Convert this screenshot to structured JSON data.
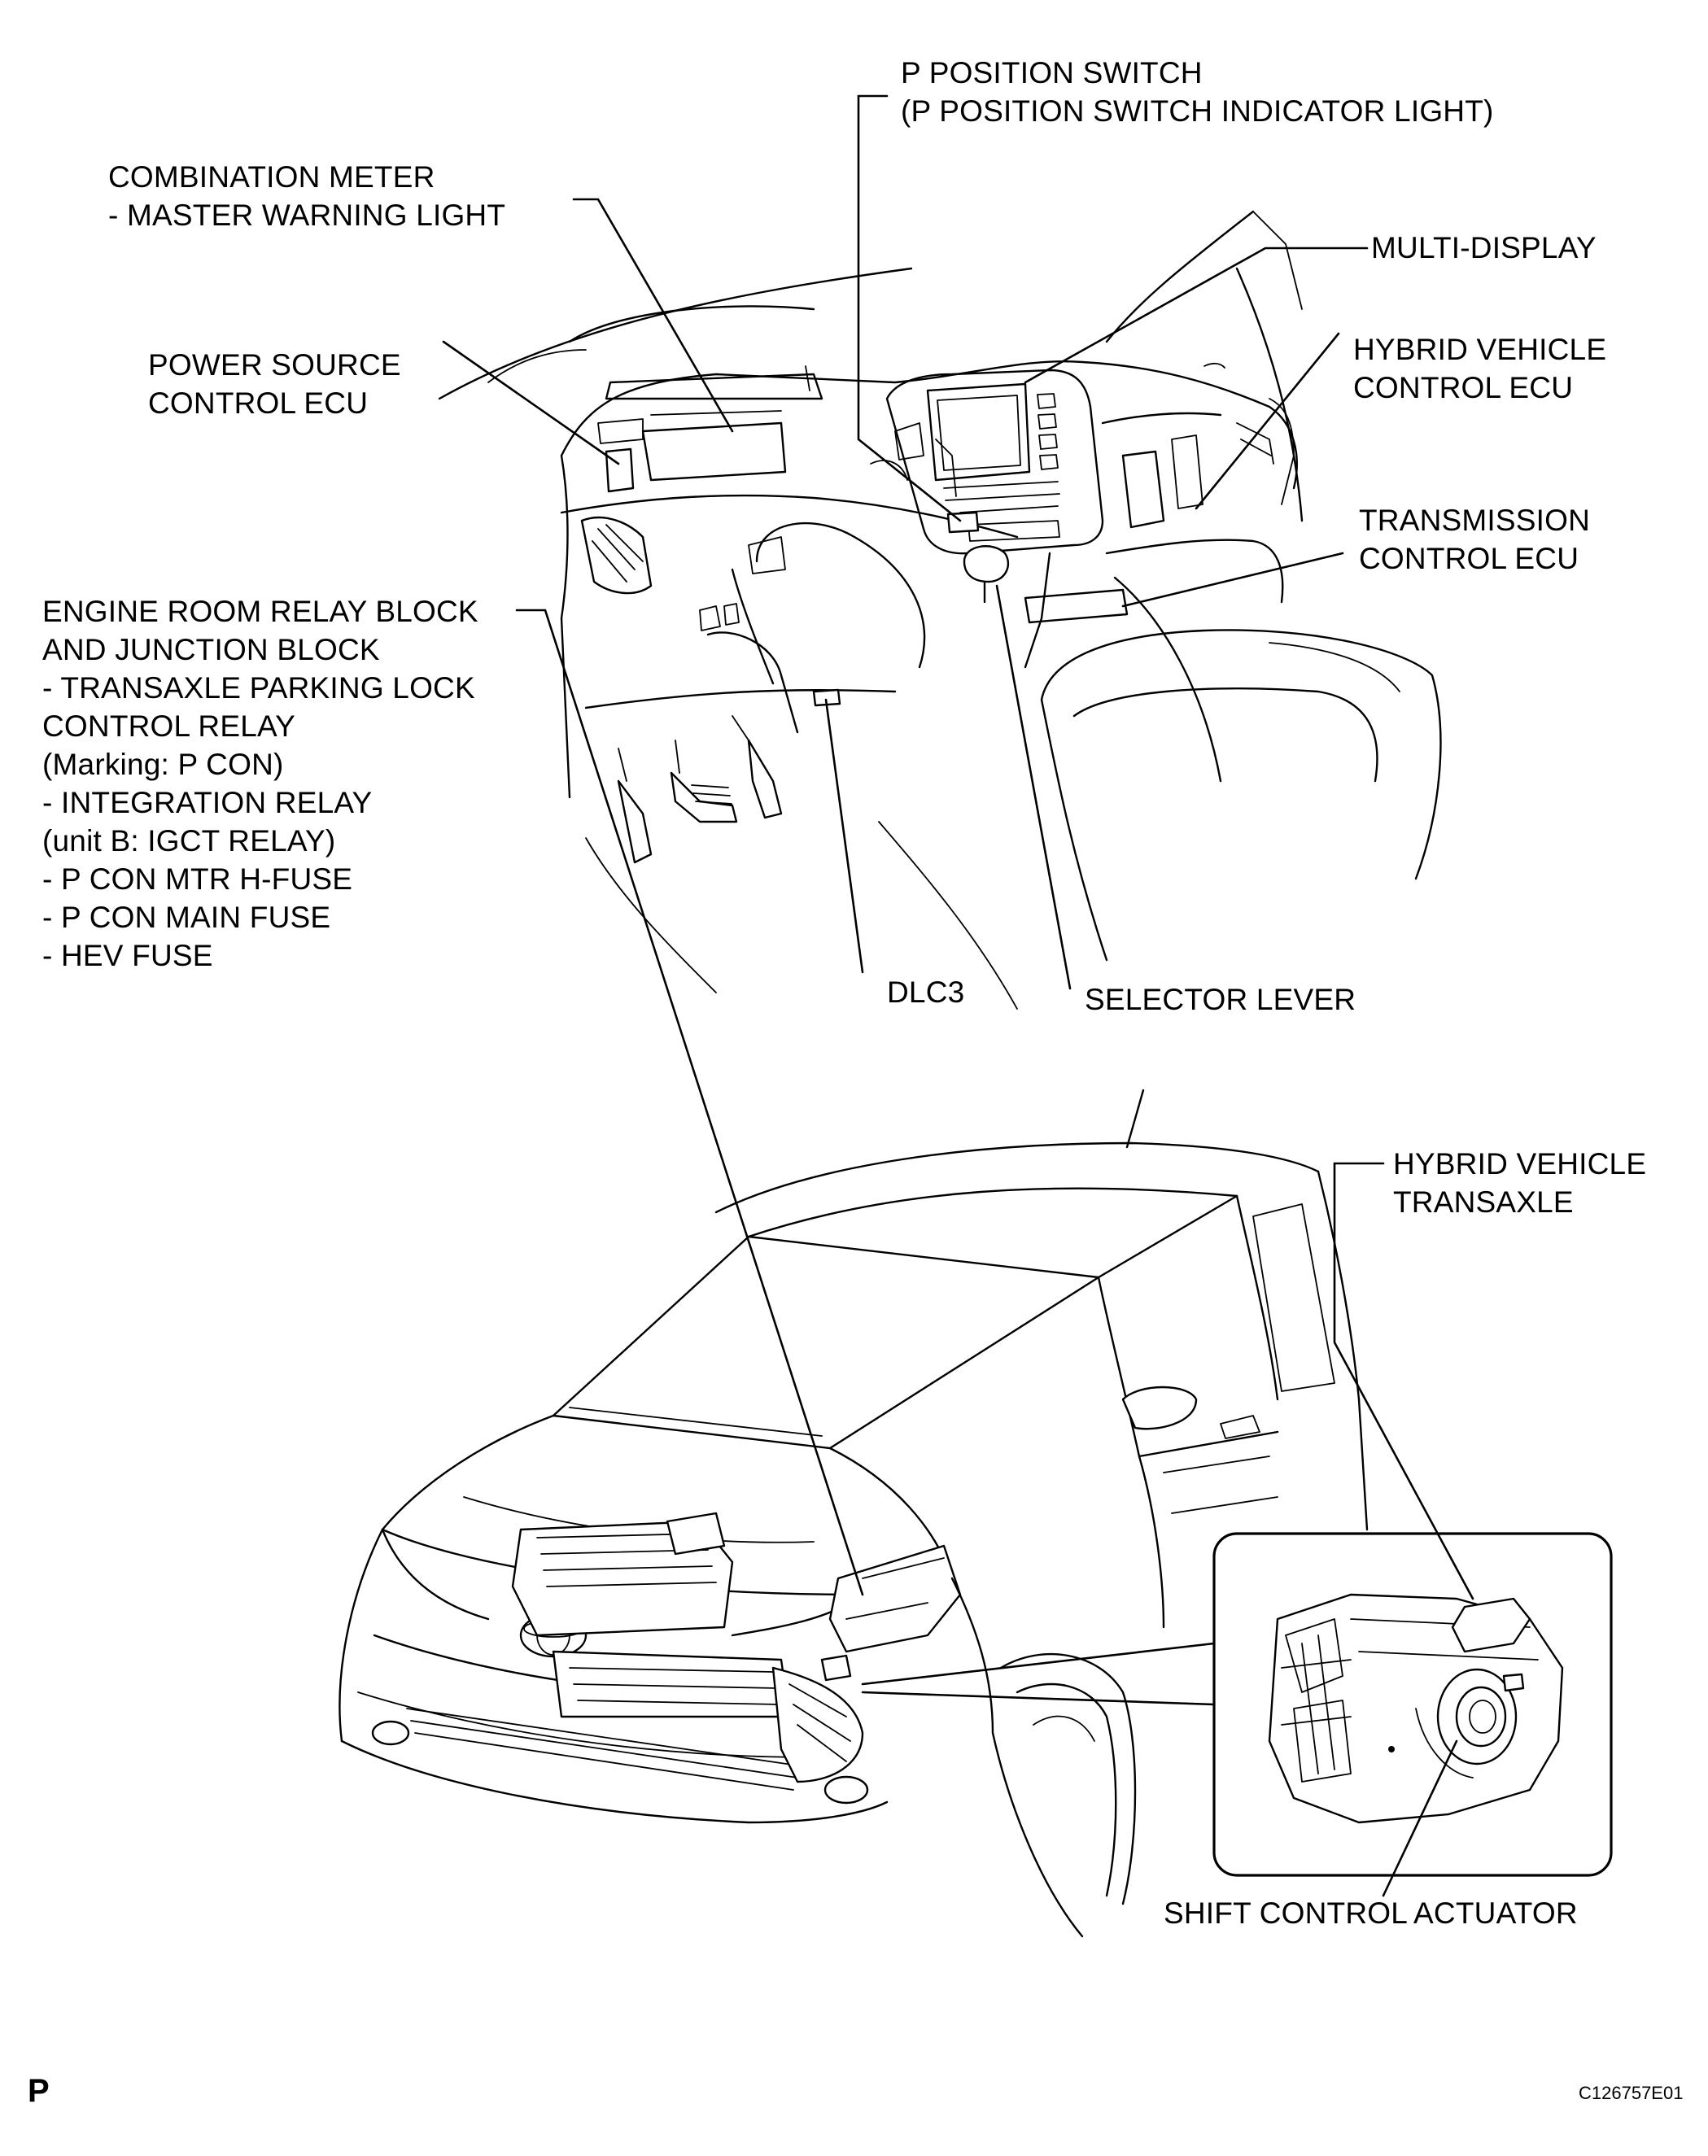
{
  "labels": {
    "p_position_switch": [
      "P POSITION SWITCH",
      "(P POSITION SWITCH INDICATOR LIGHT)"
    ],
    "combination_meter": [
      "COMBINATION METER",
      "- MASTER WARNING LIGHT"
    ],
    "multi_display": [
      "MULTI-DISPLAY"
    ],
    "power_source_ecu": [
      "POWER SOURCE",
      "CONTROL ECU"
    ],
    "hybrid_vehicle_ecu": [
      "HYBRID VEHICLE",
      "CONTROL ECU"
    ],
    "transmission_ecu": [
      "TRANSMISSION",
      "CONTROL ECU"
    ],
    "engine_room_relay": [
      "ENGINE ROOM RELAY BLOCK",
      "AND JUNCTION BLOCK",
      "- TRANSAXLE PARKING LOCK",
      "CONTROL RELAY",
      "(Marking: P CON)",
      "- INTEGRATION RELAY",
      "(unit B: IGCT RELAY)",
      "- P CON MTR H-FUSE",
      "- P CON MAIN FUSE",
      "- HEV FUSE"
    ],
    "dlc3": [
      "DLC3"
    ],
    "selector_lever": [
      "SELECTOR LEVER"
    ],
    "hybrid_transaxle": [
      "HYBRID VEHICLE",
      "TRANSAXLE"
    ],
    "shift_actuator": [
      "SHIFT CONTROL ACTUATOR"
    ]
  },
  "footer": {
    "section_mark": "P",
    "figure_code": "C126757E01"
  }
}
